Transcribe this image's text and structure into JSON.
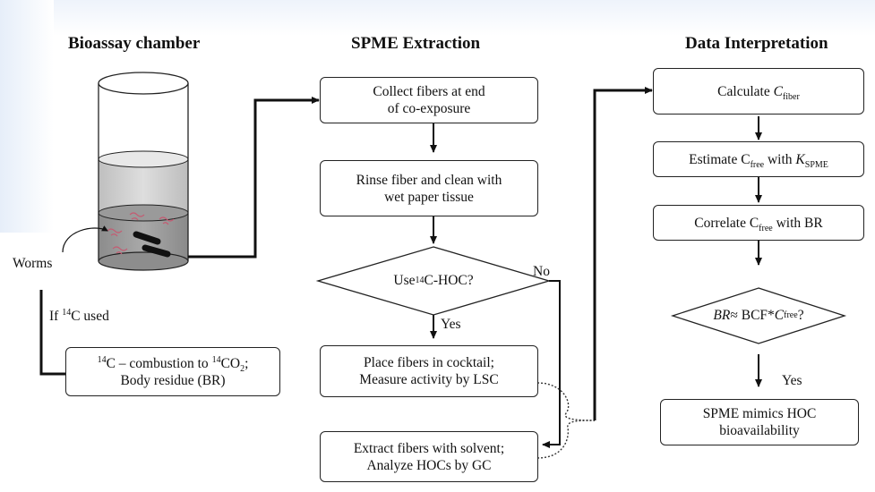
{
  "headings": {
    "bioassay": "Bioassay chamber",
    "spme": "SPME Extraction",
    "interpretation": "Data Interpretation"
  },
  "bioassay": {
    "worms_label": "Worms",
    "if_label_pre": "If ",
    "if_label_sup": "14",
    "if_label_post": "C used",
    "combustion_sup1": "14",
    "combustion_mid": "C – combustion to ",
    "combustion_sup2": "14",
    "combustion_co": "CO",
    "combustion_sub": "2",
    "combustion_end": ";",
    "body_residue": "Body residue (BR)"
  },
  "spme": {
    "collect_line1": "Collect fibers at end",
    "collect_line2": "of co-exposure",
    "rinse_line1": "Rinse fiber and clean with",
    "rinse_line2": "wet paper tissue",
    "decision_pre": "Use ",
    "decision_sup": "14",
    "decision_post": "C-HOC?",
    "no_label": "No",
    "yes_label": "Yes",
    "place_line1": "Place fibers in cocktail;",
    "place_line2": "Measure activity by LSC",
    "extract_line1": "Extract fibers with solvent;",
    "extract_line2": "Analyze HOCs by GC"
  },
  "interpretation": {
    "calc_pre": "Calculate ",
    "calc_c": "C",
    "calc_sub": "fiber",
    "estimate_pre": "Estimate C",
    "estimate_sub": "free",
    "estimate_mid": " with ",
    "estimate_k": "K",
    "estimate_ksub": "SPME",
    "correlate_pre": "Correlate C",
    "correlate_sub": "free",
    "correlate_post": " with BR",
    "decision_br": "BR",
    "decision_mid": " ≈ BCF*",
    "decision_c": "C",
    "decision_sub": "free",
    "decision_q": "?",
    "yes_label": "Yes",
    "mimics_line1": "SPME mimics HOC",
    "mimics_line2": "bioavailability"
  }
}
